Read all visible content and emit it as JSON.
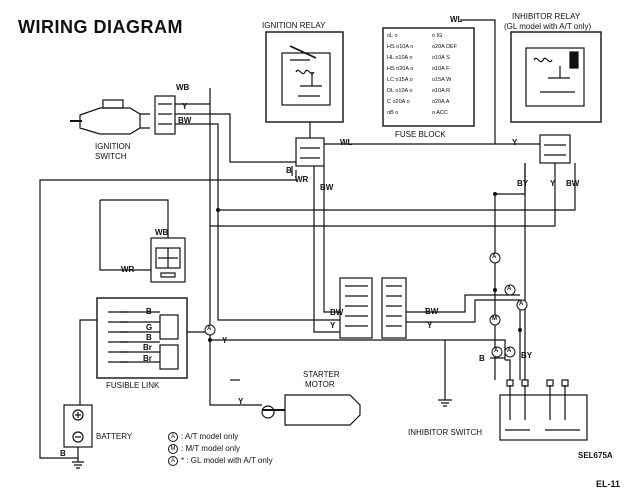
{
  "title": "WIRING DIAGRAM",
  "components": {
    "ignition_relay": "IGNITION RELAY",
    "inhibitor_relay": "INHIBITOR RELAY",
    "inhibitor_relay_note": "(GL model with A/T only)",
    "fuse_block": "FUSE BLOCK",
    "ignition_switch_line1": "IGNITION",
    "ignition_switch_line2": "SWITCH",
    "fusible_link": "FUSIBLE LINK",
    "battery": "BATTERY",
    "starter_motor_line1": "STARTER",
    "starter_motor_line2": "MOTOR",
    "inhibitor_switch": "INHIBITOR SWITCH"
  },
  "wire_codes": {
    "wl": "WL",
    "wb": "WB",
    "y": "Y",
    "bw": "BW",
    "wr": "WR",
    "b": "B",
    "by": "BY",
    "g": "G",
    "br": "Br",
    "a": "A",
    "m": "M"
  },
  "fuse_block": {
    "left": [
      {
        "term": "",
        "amp": "L"
      },
      {
        "term": "HS",
        "amp": "10A"
      },
      {
        "term": "HL",
        "amp": "10A"
      },
      {
        "term": "HS",
        "amp": "20A"
      },
      {
        "term": "LC",
        "amp": "15A"
      },
      {
        "term": "DL",
        "amp": "10A"
      },
      {
        "term": "C",
        "amp": "20A"
      },
      {
        "term": "",
        "amp": "B"
      }
    ],
    "right": [
      {
        "term": "IG",
        "amp": ""
      },
      {
        "term": "DEF",
        "amp": "20A"
      },
      {
        "term": "S",
        "amp": "10A"
      },
      {
        "term": "F",
        "amp": "10A"
      },
      {
        "term": "W",
        "amp": "15A"
      },
      {
        "term": "R",
        "amp": "10A"
      },
      {
        "term": "A",
        "amp": "20A"
      },
      {
        "term": "ACC",
        "amp": ""
      }
    ]
  },
  "legend": [
    {
      "symbol": "A",
      "text": ": A/T model only"
    },
    {
      "symbol": "M",
      "text": ": M/T model only"
    },
    {
      "symbol": "A*",
      "text": ": GL model with A/T only"
    }
  ],
  "reference_code": "SEL675A",
  "page_number": "EL-11"
}
